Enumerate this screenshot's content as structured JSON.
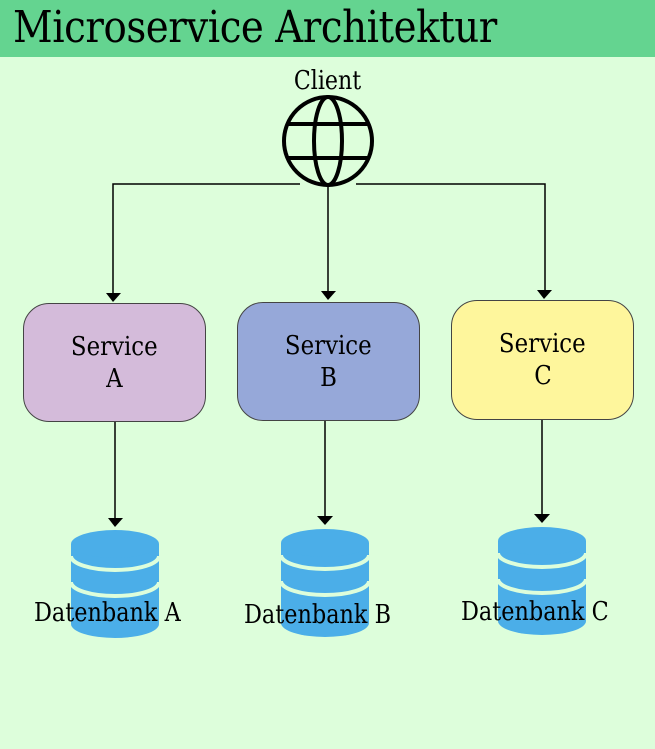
{
  "title": "Microservice Architektur",
  "client": {
    "label": "Client",
    "icon": "globe-icon"
  },
  "services": [
    {
      "line1": "Service",
      "line2": "A",
      "color": "#d4bbda"
    },
    {
      "line1": "Service",
      "line2": "B",
      "color": "#96a8d9"
    },
    {
      "line1": "Service",
      "line2": "C",
      "color": "#fef69c"
    }
  ],
  "databases": [
    {
      "label": "Datenbank A",
      "icon": "database-icon",
      "color": "#4baee8"
    },
    {
      "label": "Datenbank B",
      "icon": "database-icon",
      "color": "#4baee8"
    },
    {
      "label": "Datenbank C",
      "icon": "database-icon",
      "color": "#4baee8"
    }
  ],
  "colors": {
    "header": "#64d490",
    "background": "#ddfedb"
  }
}
